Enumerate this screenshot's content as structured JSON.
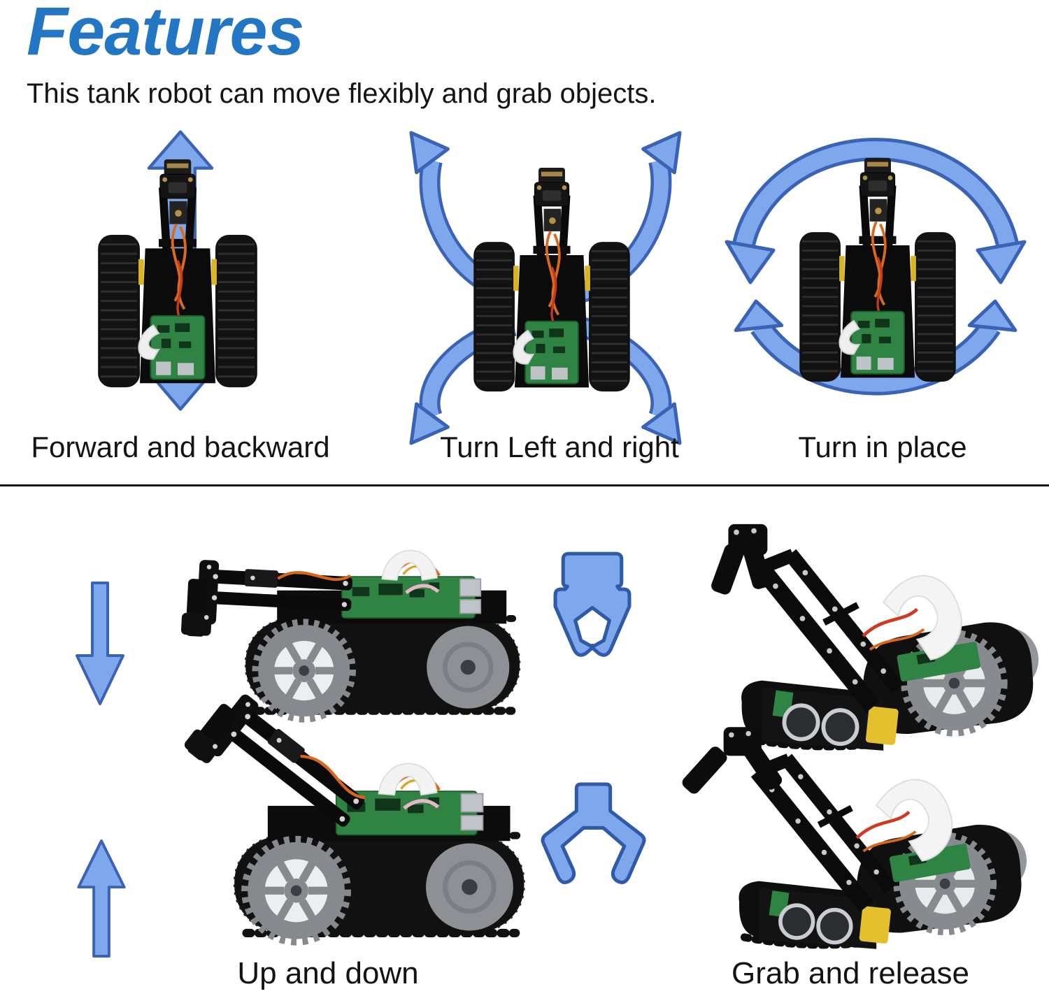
{
  "header": {
    "title": "Features",
    "subtitle": "This tank robot can move flexibly and grab objects.",
    "title_color": "#2276c3"
  },
  "features_top": [
    {
      "label": "Forward and backward",
      "icon": "up-down-straight-arrow-icon"
    },
    {
      "label": "Turn Left and right",
      "icon": "four-curved-arrows-icon"
    },
    {
      "label": "Turn in place",
      "icon": "rotate-circle-arrows-icon"
    }
  ],
  "features_bottom": [
    {
      "label": "Up and down",
      "icons": [
        "down-arrow-icon",
        "up-arrow-icon"
      ]
    },
    {
      "label": "Grab and release",
      "icons": [
        "gripper-closed-icon",
        "gripper-open-icon"
      ]
    }
  ],
  "colors": {
    "arrow_fill": "#7FA7EC",
    "arrow_stroke": "#3B63B5",
    "divider": "#161616",
    "pcb_green": "#2f8443",
    "wheel_gray": "#868a8f"
  }
}
